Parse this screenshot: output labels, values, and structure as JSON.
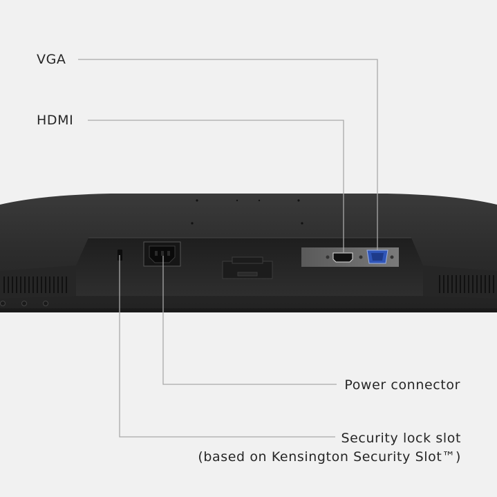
{
  "callouts": {
    "vga": "VGA",
    "hdmi": "HDMI",
    "power": "Power connector",
    "security_line1": "Security lock slot",
    "security_line2": "(based on Kensington Security Slot™)"
  },
  "colors": {
    "background": "#f1f1f1",
    "monitor_body": "#2b2b2b",
    "leader_line": "#a9a9a9",
    "vga_port": "#2f55b7",
    "text": "#262626"
  }
}
